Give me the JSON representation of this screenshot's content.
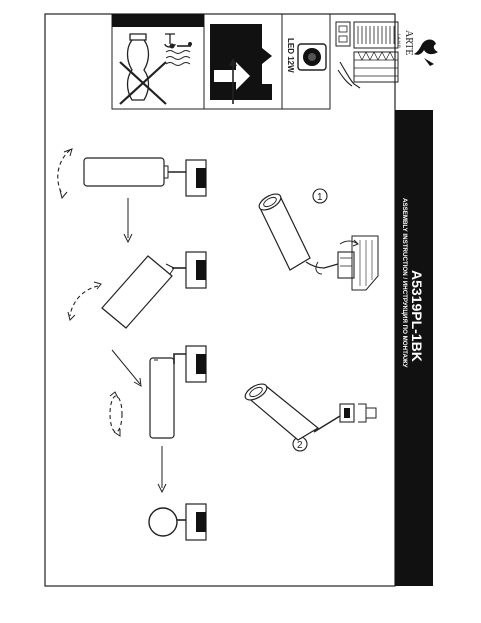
{
  "header": {
    "title": "ASSEMBLY INSTRUCTION / ИНСТРУКЦИЯ ПО МОНТАЖУ",
    "model": "A5319PL-1BK"
  },
  "brand": {
    "name": "ARTE",
    "sub": "L A M P"
  },
  "specs": {
    "led_power": "LED 12W"
  },
  "steps": [
    "1",
    "2"
  ],
  "colors": {
    "ink": "#222222",
    "band": "#111111",
    "paper": "#ffffff"
  },
  "icons": [
    "no-bathroom-icon",
    "indoor-use-icon",
    "led-module-icon",
    "terminal-block-icon",
    "arte-lamp-logo",
    "rotate-arrow-icon"
  ]
}
